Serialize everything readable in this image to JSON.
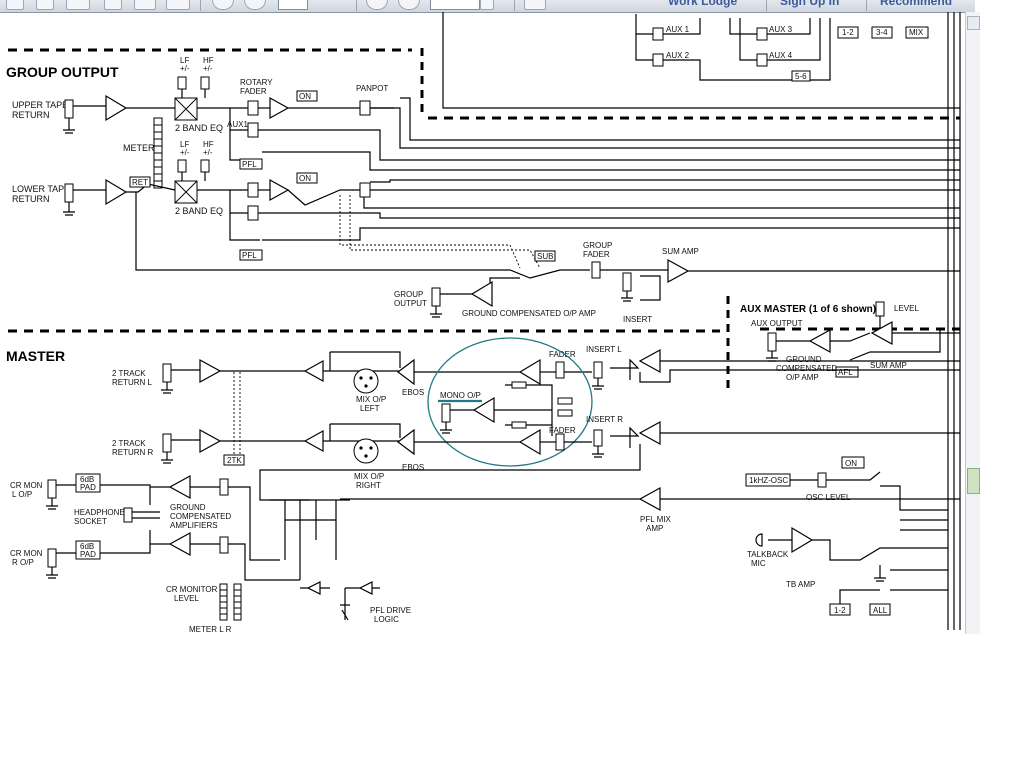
{
  "toolbar": {
    "page_number": "",
    "zoom": "",
    "tab_1": "Work Lodge",
    "tab_2": "Sign Up In",
    "tab_3": "Recommend"
  },
  "sections": {
    "group_output": "GROUP OUTPUT",
    "master": "MASTER",
    "aux_master": "AUX MASTER (1 of 6 shown)"
  },
  "labels": {
    "upper_tape_return_1": "UPPER TAPE",
    "upper_tape_return_2": "RETURN",
    "lower_tape_return_1": "LOWER TAPE",
    "lower_tape_return_2": "RETURN",
    "lf": "LF",
    "hf": "HF",
    "plus_minus": "+/-",
    "two_band_eq": "2 BAND EQ",
    "rotary_fader_1": "ROTARY",
    "rotary_fader_2": "FADER",
    "on": "ON",
    "panpot": "PANPOT",
    "aux1": "AUX1",
    "meter": "METER",
    "ret": "RET",
    "pfl": "PFL",
    "sub": "SUB",
    "group_fader_1": "GROUP",
    "group_fader_2": "FADER",
    "sum_amp": "SUM AMP",
    "group_output_1": "GROUP",
    "group_output_2": "OUTPUT",
    "ground_comp_op_amp": "GROUND COMPENSATED O/P AMP",
    "insert": "INSERT",
    "aux_output": "AUX OUTPUT",
    "level": "LEVEL",
    "ground_1": "GROUND",
    "compensated": "COMPENSATED",
    "op_amp": "O/P AMP",
    "afl": "AFL",
    "two_track_return_l_1": "2 TRACK",
    "two_track_return_l_2": "RETURN L",
    "two_track_return_r_1": "2 TRACK",
    "two_track_return_r_2": "RETURN R",
    "mix_op_left_1": "MIX O/P",
    "mix_op_left_2": "LEFT",
    "mix_op_right_1": "MIX O/P",
    "mix_op_right_2": "RIGHT",
    "ebos": "EBOS",
    "mono_op": "MONO O/P",
    "fader": "FADER",
    "insert_l": "INSERT  L",
    "insert_r": "INSERT  R",
    "two_tk": "2TK",
    "cr_mon_l_1": "CR MON",
    "cr_mon_l_2": "L O/P",
    "cr_mon_r_1": "CR MON",
    "cr_mon_r_2": "R O/P",
    "six_db_pad_1": "6dB",
    "six_db_pad_2": "PAD",
    "headphone_1": "HEADPHONE",
    "headphone_2": "SOCKET",
    "gca_1": "GROUND",
    "gca_2": "COMPENSATED",
    "gca_3": "AMPLIFIERS",
    "cr_monitor_1": "CR MONITOR",
    "cr_monitor_2": "LEVEL",
    "meter_lr": "METER  L    R",
    "pfl_drive_1": "PFL DRIVE",
    "pfl_drive_2": "LOGIC",
    "pfl_mix_amp_1": "PFL MIX",
    "pfl_mix_amp_2": "AMP",
    "osc": "1kHZ-OSC",
    "osc_level": "OSC LEVEL",
    "talkback_1": "TALKBACK",
    "talkback_2": "MIC",
    "tb_amp": "TB AMP",
    "one_two": "1-2",
    "all": "ALL",
    "aux_1": "AUX 1",
    "aux_2": "AUX 2",
    "aux_3": "AUX 3",
    "aux_4": "AUX 4",
    "b12": "1-2",
    "b34": "3-4",
    "mix": "MIX",
    "b56": "5-6"
  },
  "colors": {
    "highlight": "#1f7a86"
  }
}
